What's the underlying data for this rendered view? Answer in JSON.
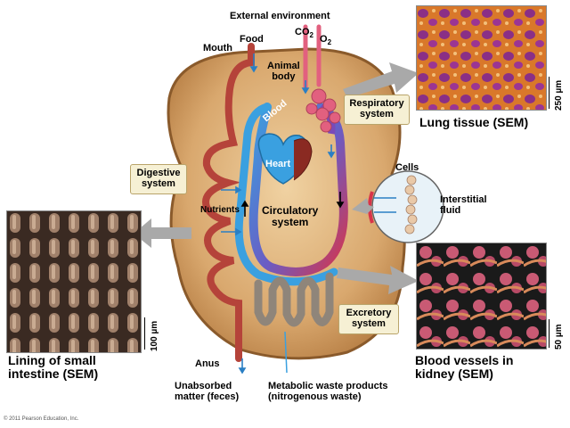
{
  "labels": {
    "external_environment": "External environment",
    "food": "Food",
    "mouth": "Mouth",
    "co2": "CO",
    "co2_sub": "2",
    "o2": "O",
    "o2_sub": "2",
    "animal_body_line1": "Animal",
    "animal_body_line2": "body",
    "blood": "Blood",
    "heart": "Heart",
    "nutrients": "Nutrients",
    "circulatory_line1": "Circulatory",
    "circulatory_line2": "system",
    "digestive_line1": "Digestive",
    "digestive_line2": "system",
    "respiratory_line1": "Respiratory",
    "respiratory_line2": "system",
    "excretory_line1": "Excretory",
    "excretory_line2": "system",
    "cells": "Cells",
    "interstitial_line1": "Interstitial",
    "interstitial_line2": "fluid",
    "anus": "Anus",
    "unabsorbed_line1": "Unabsorbed",
    "unabsorbed_line2": "matter (feces)",
    "metabolic_line1": "Metabolic waste products",
    "metabolic_line2": "(nitrogenous waste)",
    "lung_tissue": "Lung tissue (SEM)",
    "lining_line1": "Lining of small",
    "lining_line2": "intestine (SEM)",
    "vessels_line1": "Blood vessels in",
    "vessels_line2": "kidney (SEM)",
    "scale_lung": "250 µm",
    "scale_intestine": "100 µm",
    "scale_kidney": "50 µm",
    "copyright": "© 2011 Pearson Education, Inc."
  },
  "colors": {
    "body_fill": "#d9a86e",
    "body_stroke": "#8a5a2b",
    "blood_blue": "#3aa0e0",
    "blood_red": "#d8344a",
    "gut": "#b5433a",
    "kidney": "#8f857a",
    "lung": "#e2607f",
    "box_fill": "#f6f0d4",
    "arrow_gray": "#a9a9a9"
  }
}
